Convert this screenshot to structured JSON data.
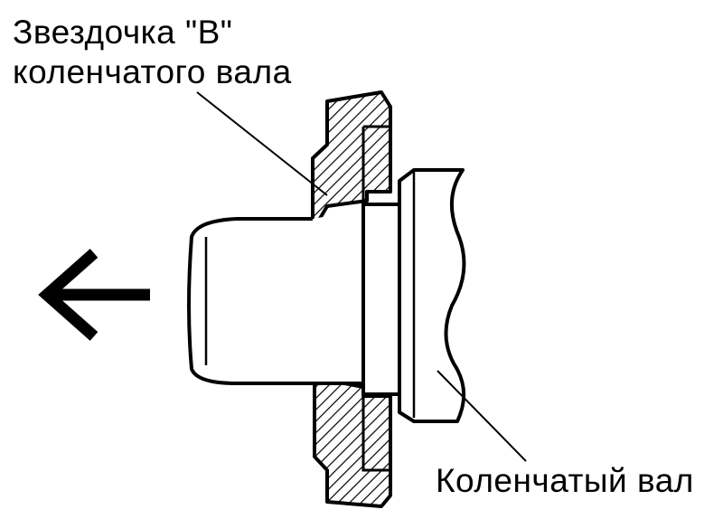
{
  "labels": {
    "sprocket_line1": "Звездочка \"B\"",
    "sprocket_line2": "коленчатого вала",
    "crankshaft": "Коленчатый вал"
  },
  "icons": {
    "direction_arrow": "arrow-left-icon"
  },
  "colors": {
    "ink": "#000000",
    "background": "#ffffff"
  }
}
